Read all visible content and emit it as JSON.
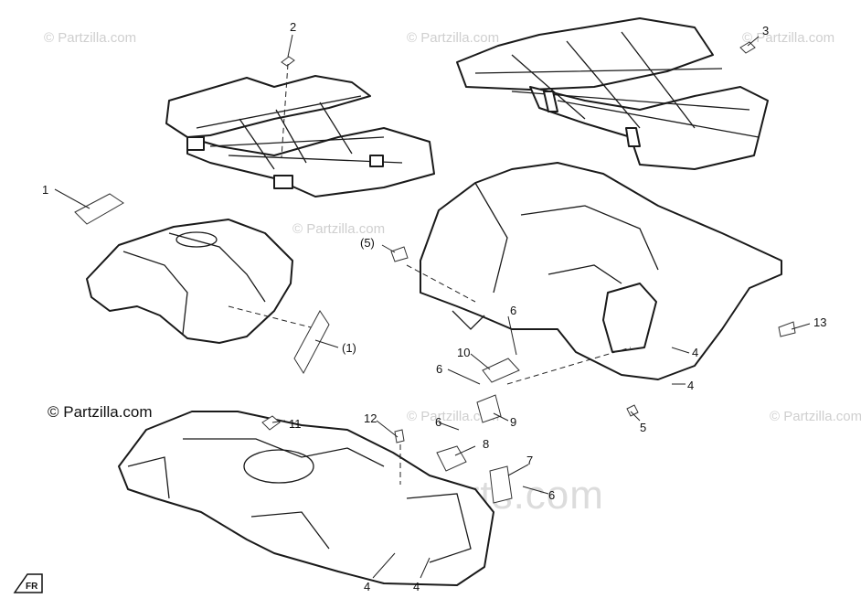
{
  "watermarks": {
    "small": "© Partzilla.com",
    "brand": "© Partzilla.com",
    "big": "www.ApexSports.com"
  },
  "callouts": {
    "c1": "1",
    "c1b": "(1)",
    "c2": "2",
    "c3": "3",
    "c4a": "4",
    "c4b": "4",
    "c4c": "4",
    "c4d": "4",
    "c5": "5",
    "c5b": "(5)",
    "c6a": "6",
    "c6b": "6",
    "c6c": "6",
    "c6d": "6",
    "c7": "7",
    "c8": "8",
    "c9": "9",
    "c10": "10",
    "c11": "11",
    "c12": "12",
    "c13": "13"
  },
  "front_badge": "FR",
  "colors": {
    "line": "#1a1a1a",
    "watermark": "#cfcfcf"
  }
}
